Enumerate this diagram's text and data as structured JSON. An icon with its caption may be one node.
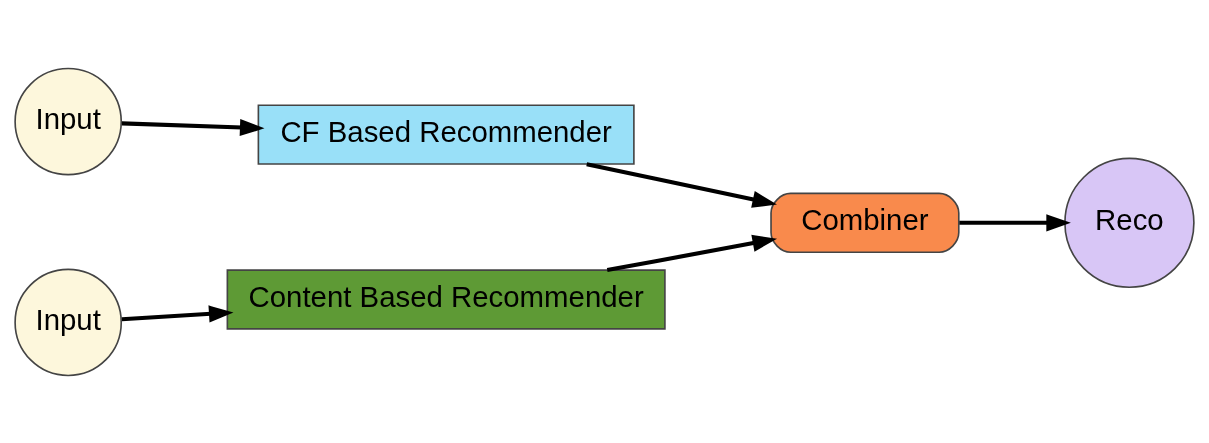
{
  "diagram": {
    "nodes": [
      {
        "text": [
          "Input"
        ]
      },
      {
        "text": [
          "CF Based Recommender"
        ]
      },
      {
        "text": [
          "Input"
        ]
      },
      {
        "text": [
          "Content Based Recommender"
        ]
      },
      {
        "text": [
          "Combiner"
        ]
      },
      {
        "text": [
          "Reco"
        ]
      }
    ],
    "edges": [
      {
        "from": 0,
        "to": 1,
        "arrow": "to"
      },
      {
        "from": 1,
        "to": 4,
        "arrow": "to"
      },
      {
        "from": 2,
        "to": 3,
        "arrow": "to"
      },
      {
        "from": 3,
        "to": 4,
        "arrow": "to"
      },
      {
        "from": 4,
        "to": 5,
        "arrow": "to"
      }
    ]
  }
}
